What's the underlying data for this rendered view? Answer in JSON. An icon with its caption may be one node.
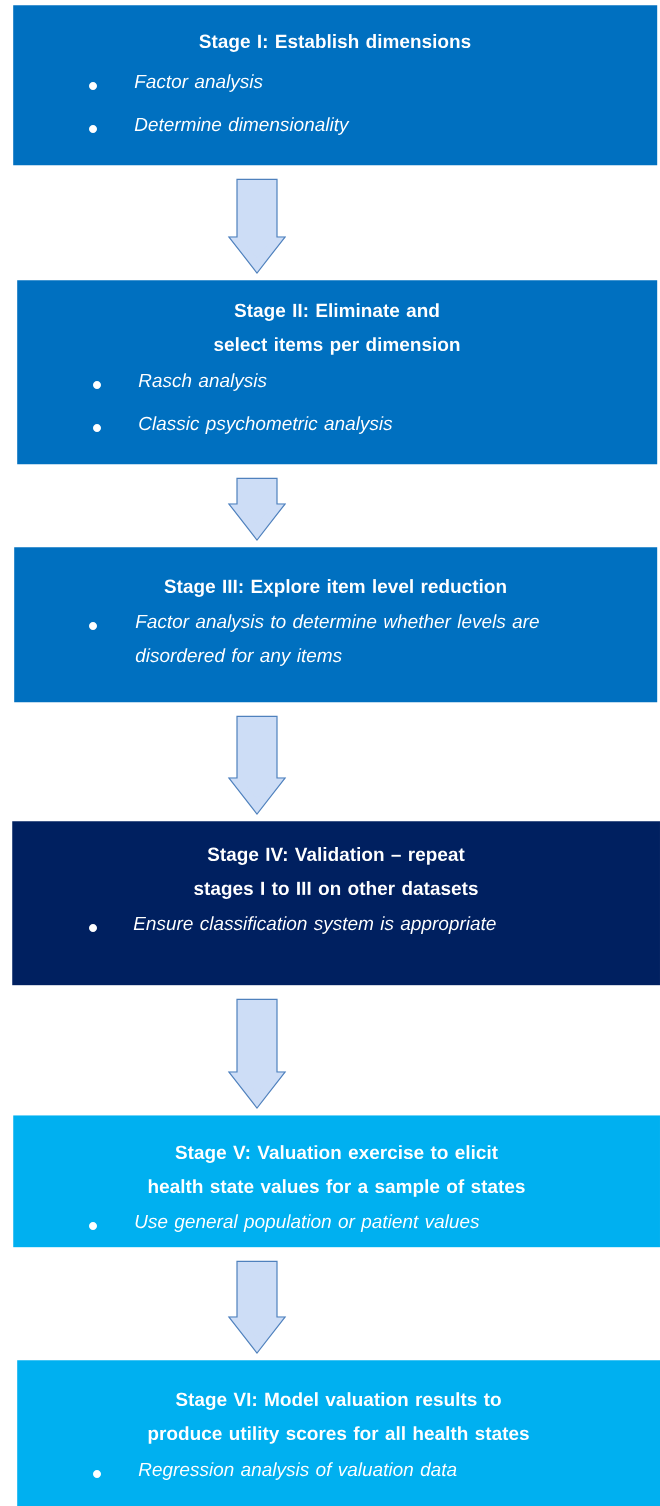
{
  "diagram": {
    "nodes": [
      {
        "text": [
          "Stage I: Establish dimensions",
          "Factor analysis",
          "Determine dimensionality"
        ]
      },
      {
        "text": [
          "Stage II: Eliminate and select items per dimension",
          "Rasch analysis",
          "Classic psychometric analysis"
        ]
      },
      {
        "text": [
          "Stage III: Explore item level reduction",
          "Factor analysis to determine whether levels are disordered for any items"
        ]
      },
      {
        "text": [
          "Stage IV: Validation – repeat stages I to III on other datasets",
          "Ensure classification system is appropriate"
        ]
      },
      {
        "text": [
          "Stage V: Valuation exercise to elicit health state values for a sample of states",
          "Use general population or patient values"
        ]
      },
      {
        "text": [
          "Stage VI: Model valuation results to produce utility scores for all health states",
          "Regression analysis of valuation data"
        ]
      }
    ],
    "edges": [
      {
        "from": 0,
        "to": 1,
        "arrow": "to"
      },
      {
        "from": 1,
        "to": 2,
        "arrow": "to"
      },
      {
        "from": 2,
        "to": 3,
        "arrow": "to"
      },
      {
        "from": 3,
        "to": 4,
        "arrow": "to"
      },
      {
        "from": 4,
        "to": 5,
        "arrow": "to"
      }
    ]
  }
}
